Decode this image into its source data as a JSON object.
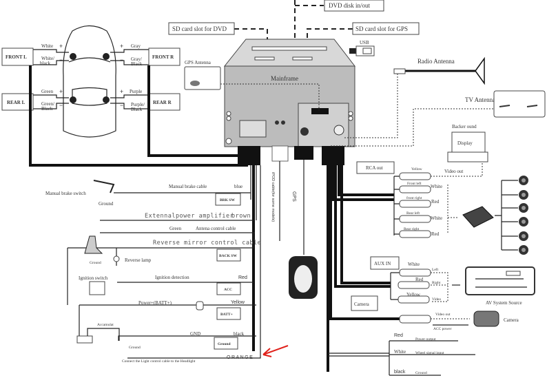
{
  "top": {
    "dvd_disk": "DVD disk in/out",
    "sd_dvd": "SD card slot for DVD",
    "sd_gps": "SD card slot for GPS",
    "usb": "USB",
    "gps_antenna": "GPS Antenna",
    "mainframe": "Mainframe",
    "radio_antenna": "Radio Antenna",
    "tv_antenna": "TV Antenna",
    "backer_ound": "Backer ound",
    "display": "Display",
    "video_out": "Video out"
  },
  "speakers": {
    "front_l": "FRONT L",
    "rear_l": "REAR L",
    "front_r": "FRONT R",
    "rear_r": "REAR R",
    "white": "White",
    "white_black_1": "White/",
    "white_black_2": "black",
    "green": "Green",
    "green_black_1": "Green/",
    "green_black_2": "Black",
    "gray": "Gray",
    "gray_black_1": "Gray/",
    "gray_black_2": "Black",
    "purple": "Purple",
    "purple_black_1": "Purple/",
    "purple_black_2": "Black",
    "plus": "+",
    "minus": "−"
  },
  "harness": {
    "manual_brake_switch": "Manual brake switch",
    "ground_1": "Ground",
    "manual_brake_cable": "Manual brake cable",
    "blue": "blue",
    "brk_sw": "BRK SW",
    "ext_amp": "Extennalpower amplifier",
    "brown": "brown",
    "green": "Green",
    "antenna_ctrl": "Antena control cable",
    "reverse_mirror": "Reverse mirror control cable",
    "back_sw": "BACK SW",
    "ground_2": "Ground",
    "reverse_lamp": "Reverse lamp",
    "ignition_switch": "Ignition switch",
    "ignition_detection": "Ignition detection",
    "red": "Red",
    "acc": "ACC",
    "power_batt": "Power+(BATT+)",
    "yellow": "Yellow",
    "batt": "BATT+",
    "accamulat": "Accamulat",
    "gnd": "GND",
    "black": "black",
    "ground_box": "Ground",
    "ground_3": "Ground",
    "orange": "ORANGE",
    "headlight": "Connect the Light control cable to the Headlight",
    "ipod": "iPOD cable(for some models)",
    "gps": "GPS",
    "orange_color": "#e8732a",
    "arrow_color": "#e0201a"
  },
  "rca": {
    "rca_out": "RCA out",
    "yellow": "Yellow",
    "front_left": "Front left",
    "white_1": "White",
    "front_right": "front right",
    "red_1": "Red",
    "rear_left": "Rear left",
    "white_2": "White",
    "rear_right": "Rear right",
    "red_2": "Red"
  },
  "aux": {
    "aux_in": "AUX IN",
    "white": "White",
    "left": "Left",
    "red": "Red",
    "right": "Right",
    "yellow": "Yellow",
    "video": "Video",
    "camera_box": "Camera",
    "av_source": "AV System Source",
    "video_out": "Video out",
    "acc_power": "ACC power",
    "camera": "Camera"
  },
  "wheel": {
    "red": "Red",
    "power_output": "Power output",
    "white": "White",
    "wheel_signal": "Wheel signal input",
    "black": "black",
    "ground": "Ground"
  }
}
